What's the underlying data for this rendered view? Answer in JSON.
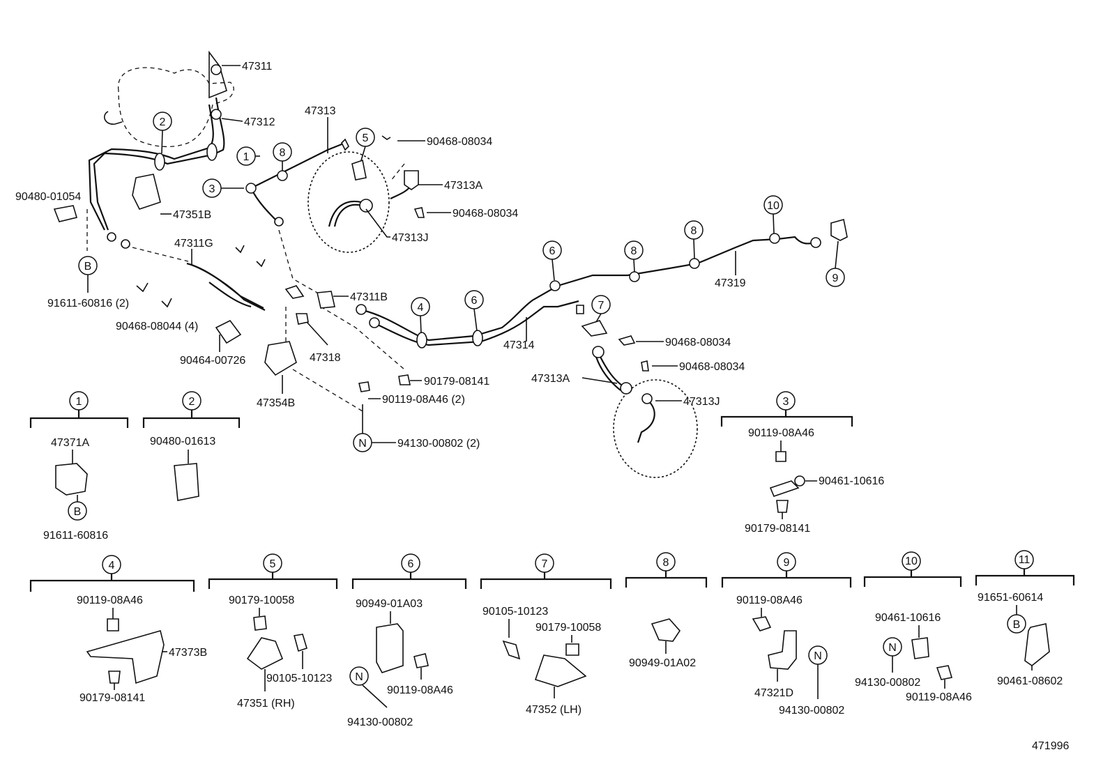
{
  "diagram_id": "471996",
  "main_labels": {
    "p47311": "47311",
    "p47312": "47312",
    "p47313": "47313",
    "p90468_a": "90468-08034",
    "p47313A_a": "47313A",
    "p90468_b": "90468-08034",
    "p47313J_a": "47313J",
    "p90480_01054": "90480-01054",
    "p47351B": "47351B",
    "p47311G": "47311G",
    "p91611_2": "91611-60816 (2)",
    "p90468_08044": "90468-08044 (4)",
    "p90464": "90464-00726",
    "p47354B": "47354B",
    "p47318": "47318",
    "p47311B": "47311B",
    "p90179_a": "90179-08141",
    "p90119_a": "90119-08A46 (2)",
    "p94130_a": "94130-00802 (2)",
    "p47314": "47314",
    "p47319": "47319",
    "p90468_c": "90468-08034",
    "p90468_d": "90468-08034",
    "p47313A_b": "47313A",
    "p47313J_b": "47313J"
  },
  "callouts": [
    "1",
    "2",
    "3",
    "4",
    "5",
    "6",
    "7",
    "8",
    "9",
    "10",
    "11"
  ],
  "symbols": {
    "B": "B",
    "N": "N"
  },
  "details": {
    "d1": {
      "num": "1",
      "part": "47371A",
      "sub": "91611-60816"
    },
    "d2": {
      "num": "2",
      "part": "90480-01613"
    },
    "d3": {
      "num": "3",
      "a": "90119-08A46",
      "b": "90461-10616",
      "c": "90179-08141"
    },
    "d4": {
      "num": "4",
      "a": "90119-08A46",
      "b": "47373B",
      "c": "90179-08141"
    },
    "d5": {
      "num": "5",
      "a": "90179-10058",
      "b": "90105-10123",
      "c": "47351 (RH)"
    },
    "d6": {
      "num": "6",
      "a": "90949-01A03",
      "b": "90119-08A46",
      "c": "94130-00802"
    },
    "d7": {
      "num": "7",
      "a": "90105-10123",
      "b": "90179-10058",
      "c": "47352 (LH)"
    },
    "d8": {
      "num": "8",
      "a": "90949-01A02"
    },
    "d9": {
      "num": "9",
      "a": "90119-08A46",
      "b": "47321D",
      "c": "94130-00802"
    },
    "d10": {
      "num": "10",
      "a": "90461-10616",
      "b": "94130-00802",
      "c": "90119-08A46"
    },
    "d11": {
      "num": "11",
      "a": "91651-60614",
      "b": "90461-08602"
    }
  }
}
